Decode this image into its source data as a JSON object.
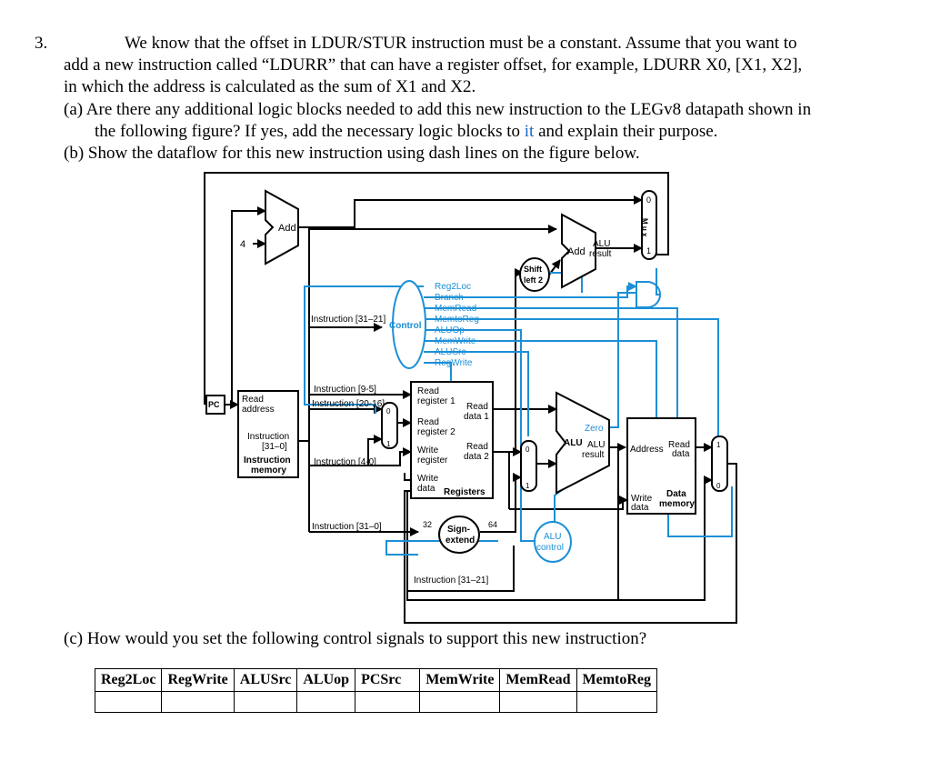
{
  "question": {
    "number": "3.",
    "intro_line1": "We know that the offset in LDUR/STUR instruction must be a constant. Assume that you want to",
    "intro_line2": "add a new instruction called “LDURR” that can have a register offset, for example, LDURR X0, [X1, X2],",
    "intro_line3": "in which the address is calculated as the sum of X1 and X2.",
    "part_a_line1": "(a) Are there any additional logic blocks needed to add this new instruction to the LEGv8 datapath shown in",
    "part_a_line2_pre": "the following figure? If yes, add the necessary logic blocks to ",
    "part_a_line2_link": "it",
    "part_a_line2_post": " and explain their purpose.",
    "part_b": "(b) Show the dataflow for this new instruction using dash lines on the figure below.",
    "part_c": "(c) How would you set the following control signals to support this new instruction?"
  },
  "diagram": {
    "add_top": "Add",
    "four": "4",
    "add2": "Add",
    "alu_result_top": "ALU",
    "alu_result_bot": "result",
    "shift_left": "Shift",
    "shift_left2": "left 2",
    "pc": "PC",
    "read_address_1": "Read",
    "read_address_2": "address",
    "instruction_1": "Instruction",
    "instruction_2": "[31–0]",
    "instr_mem_1": "Instruction",
    "instr_mem_2": "memory",
    "instr_31_21": "Instruction [31–21]",
    "control": "Control",
    "signals": [
      "Reg2Loc",
      "Branch",
      "MemRead",
      "MemtoReg",
      "ALUOp",
      "MemWrite",
      "ALUSrc",
      "RegWrite"
    ],
    "instr_9_5": "Instruction [9-5]",
    "instr_20_16": "Instruction [20-16]",
    "instr_4_0": "Instruction [4-0]",
    "instr_31_0": "Instruction [31–0]",
    "instr_31_21_b": "Instruction [31–21]",
    "read_reg1_a": "Read",
    "read_reg1_b": "register 1",
    "read_data1_a": "Read",
    "read_data1_b": "data 1",
    "read_reg2_a": "Read",
    "read_reg2_b": "register 2",
    "write_reg_a": "Write",
    "write_reg_b": "register",
    "read_data2_a": "Read",
    "read_data2_b": "data 2",
    "write_data_a": "Write",
    "write_data_b": "data",
    "registers": "Registers",
    "zero": "Zero",
    "alu": "ALU",
    "alu_res_a": "ALU",
    "alu_res_b": "result",
    "address": "Address",
    "read_data_a": "Read",
    "read_data_b": "data",
    "write_data2_a": "Write",
    "write_data2_b": "data",
    "data_mem_a": "Data",
    "data_mem_b": "memory",
    "sign_extend_a": "Sign-",
    "sign_extend_b": "extend",
    "bits_32": "32",
    "bits_64": "64",
    "alu_control_a": "ALU",
    "alu_control_b": "control",
    "mux0": "0",
    "mux1": "1",
    "mux_word": "M u x"
  },
  "table": {
    "headers": [
      "Reg2Loc",
      "RegWrite",
      "ALUSrc",
      "ALUop",
      "PCSrc",
      "MemWrite",
      "MemRead",
      "MemtoReg"
    ]
  },
  "colors": {
    "blue_control": "#1c8fd6",
    "link_blue": "#1a66c9"
  }
}
